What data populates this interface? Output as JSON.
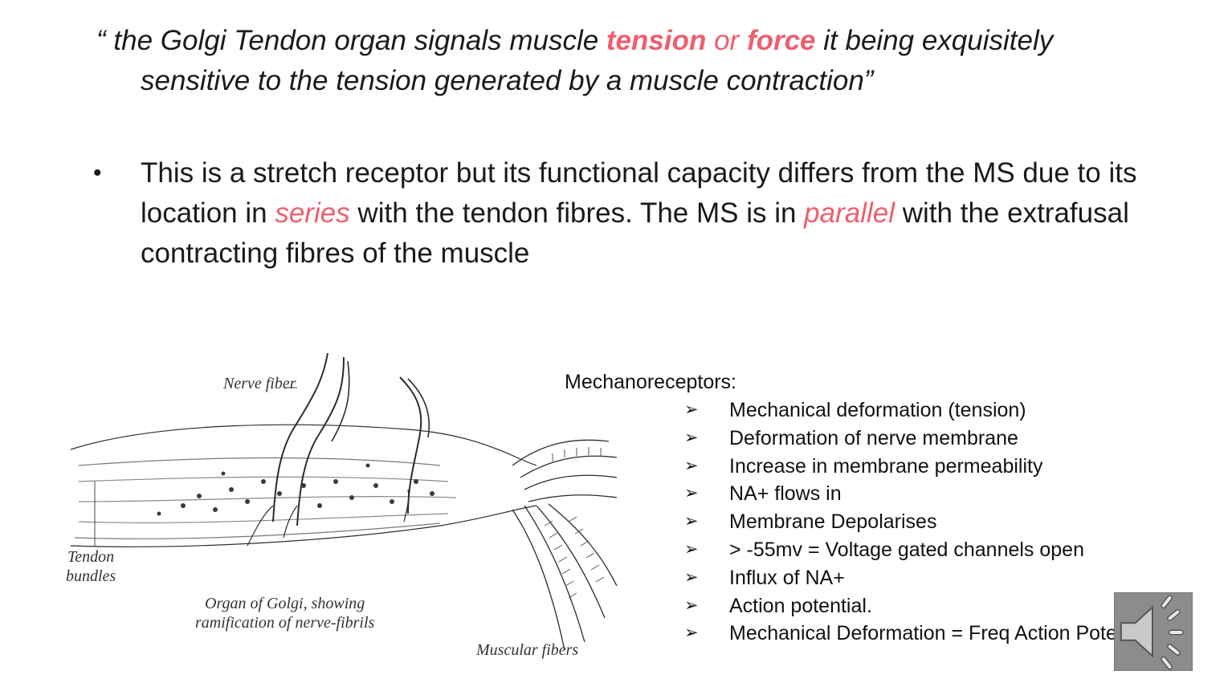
{
  "quote": {
    "open": "“ the Golgi Tendon organ signals muscle ",
    "tension": "tension",
    "or": " or ",
    "force": "force",
    "rest_line1": " it being exquisitely",
    "line2": "sensitive to the tension generated by a muscle contraction”"
  },
  "bullet": {
    "dot": "•",
    "part1": "This  is a stretch receptor but its functional capacity differs from the MS due to its location in ",
    "series": "series",
    "part2": " with the tendon fibres. The MS is in ",
    "parallel": "parallel",
    "part3": " with the extrafusal contracting fibres of the muscle"
  },
  "figure": {
    "nerve_fiber": "Nerve fiber",
    "tendon_bundles_1": "Tendon",
    "tendon_bundles_2": "bundles",
    "organ_1": "Organ of Golgi, showing",
    "organ_2": "ramification of nerve-fibrils",
    "muscular_fibers": "Muscular fibers"
  },
  "mechanoreceptors": {
    "title": "Mechanoreceptors:",
    "arrow_glyph": "➢",
    "items": [
      "Mechanical deformation (tension)",
      "Deformation of nerve membrane",
      "Increase in membrane permeability",
      "NA+ flows in",
      "Membrane Depolarises",
      "> -55mv = Voltage gated channels open",
      "Influx of NA+",
      "Action potential.",
      "Mechanical Deformation =   Freq Action Potentials"
    ]
  },
  "audio": {
    "icon": "speaker-icon"
  },
  "colors": {
    "accent": "#ee5f6e",
    "text": "#1a1a1a",
    "speaker_bg": "#8c8c8c"
  }
}
